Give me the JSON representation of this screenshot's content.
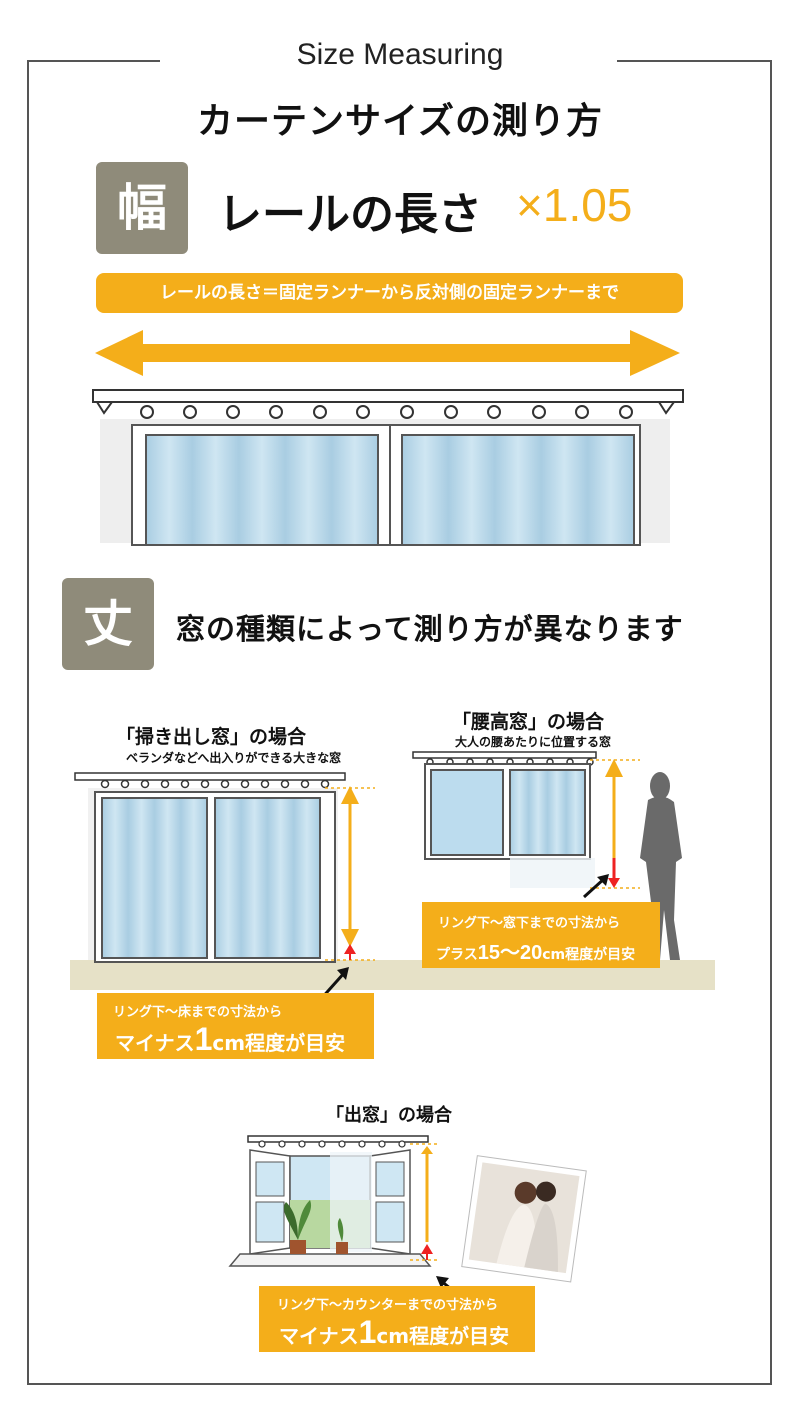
{
  "header": {
    "title_en": "Size Measuring",
    "title_jp": "カーテンサイズの測り方"
  },
  "width_section": {
    "badge": "幅",
    "headline": "レールの長さ",
    "multiplier": "×1.05",
    "definition": "レールの長さ＝固定ランナーから反対側の固定ランナーまで"
  },
  "length_section": {
    "badge": "丈",
    "headline": "窓の種類によって測り方が異なります"
  },
  "cases": {
    "sweep": {
      "title": "「掃き出し窓」の場合",
      "subtitle": "ベランダなどへ出入りができる大きな窓",
      "note_line1": "リング下〜床までの寸法から",
      "note_prefix": "マイナス",
      "note_number": "1",
      "note_suffix": "cm程度が目安"
    },
    "waist": {
      "title": "「腰高窓」の場合",
      "subtitle": "大人の腰あたりに位置する窓",
      "note_line1": "リング下〜窓下までの寸法から",
      "note_prefix": "プラス",
      "note_number": "15〜20",
      "note_suffix": "cm程度が目安"
    },
    "bay": {
      "title": "「出窓」の場合",
      "note_line1": "リング下〜カウンターまでの寸法から",
      "note_prefix": "マイナス",
      "note_number": "1",
      "note_suffix": "cm程度が目安"
    }
  },
  "colors": {
    "accent": "#f4ae1a",
    "badge": "#8f8b7a",
    "glass": "#b9d9ea",
    "floor": "#e6e1c7"
  }
}
